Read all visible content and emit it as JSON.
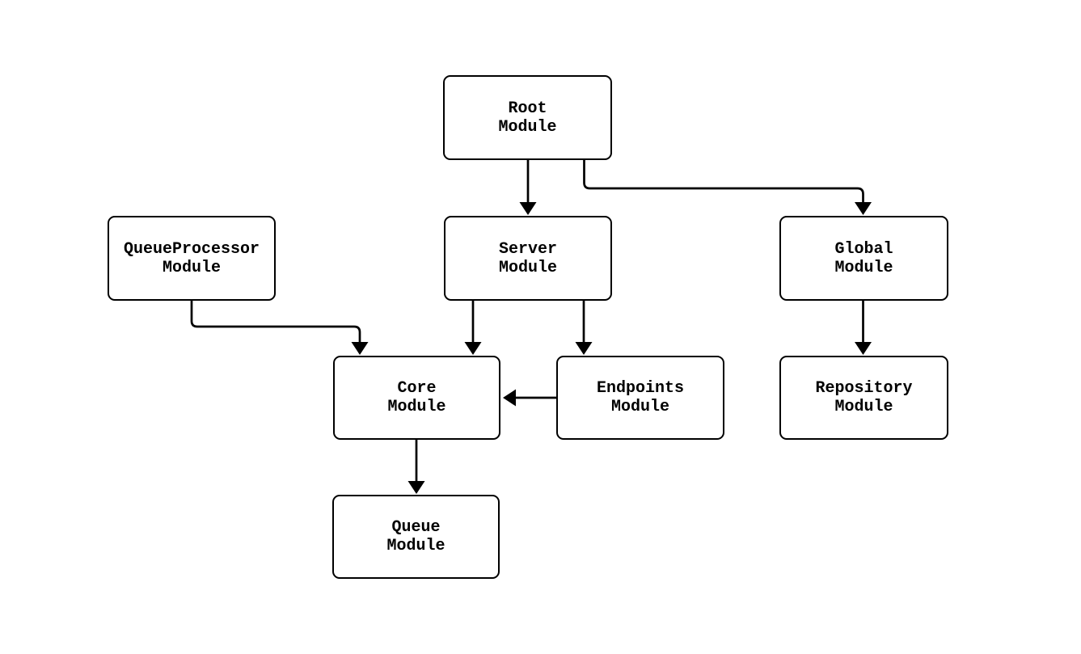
{
  "diagram": {
    "type": "flowchart",
    "direction": "top-down",
    "nodes": {
      "root": {
        "label": "Root\nModule"
      },
      "queue_processor": {
        "label": "QueueProcessor\nModule"
      },
      "server": {
        "label": "Server\nModule"
      },
      "global": {
        "label": "Global\nModule"
      },
      "core": {
        "label": "Core\nModule"
      },
      "endpoints": {
        "label": "Endpoints\nModule"
      },
      "repository": {
        "label": "Repository\nModule"
      },
      "queue": {
        "label": "Queue\nModule"
      }
    },
    "edges": [
      {
        "from": "Root Module",
        "to": "Server Module"
      },
      {
        "from": "Root Module",
        "to": "Global Module"
      },
      {
        "from": "QueueProcessor Module",
        "to": "Core Module"
      },
      {
        "from": "Server Module",
        "to": "Core Module"
      },
      {
        "from": "Server Module",
        "to": "Endpoints Module"
      },
      {
        "from": "Endpoints Module",
        "to": "Core Module"
      },
      {
        "from": "Global Module",
        "to": "Repository Module"
      },
      {
        "from": "Core Module",
        "to": "Queue Module"
      }
    ],
    "colors": {
      "background": "#ffffff",
      "node_fill": "#ffffff",
      "node_border": "#000000",
      "edge": "#000000",
      "text": "#000000"
    }
  }
}
